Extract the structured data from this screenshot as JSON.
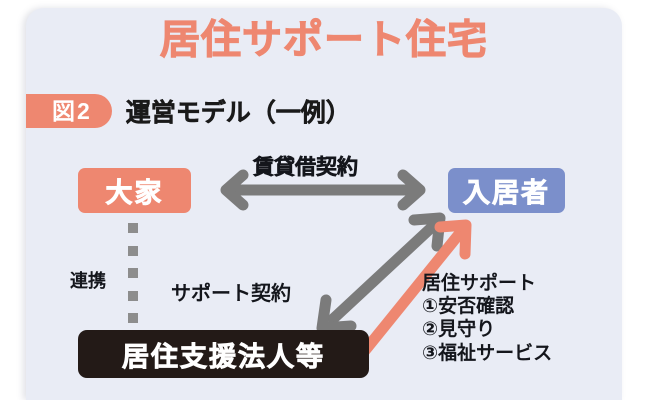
{
  "header": {
    "main_title": "居住サポート住宅",
    "figure_badge": "図2",
    "subtitle": "運営モデル（一例）"
  },
  "diagram": {
    "nodes": {
      "landlord": {
        "label": "大家",
        "color": "#ee8770"
      },
      "resident": {
        "label": "入居者",
        "color": "#7b8fcb"
      },
      "support_org": {
        "label": "居住支援法人等",
        "color": "#231a17"
      }
    },
    "labels": {
      "lease_contract": "賃貸借契約",
      "cooperation": "連携",
      "support_contract": "サポート契約"
    },
    "support_list": {
      "heading": "居住サポート",
      "items": [
        "①安否確認",
        "②見守り",
        "③福祉サービス"
      ]
    },
    "colors": {
      "accent": "#ee8770",
      "blue": "#7b8fcb",
      "dark": "#231a17",
      "arrow_gray": "#7b7b7b",
      "background": "#e9ecf5"
    }
  }
}
